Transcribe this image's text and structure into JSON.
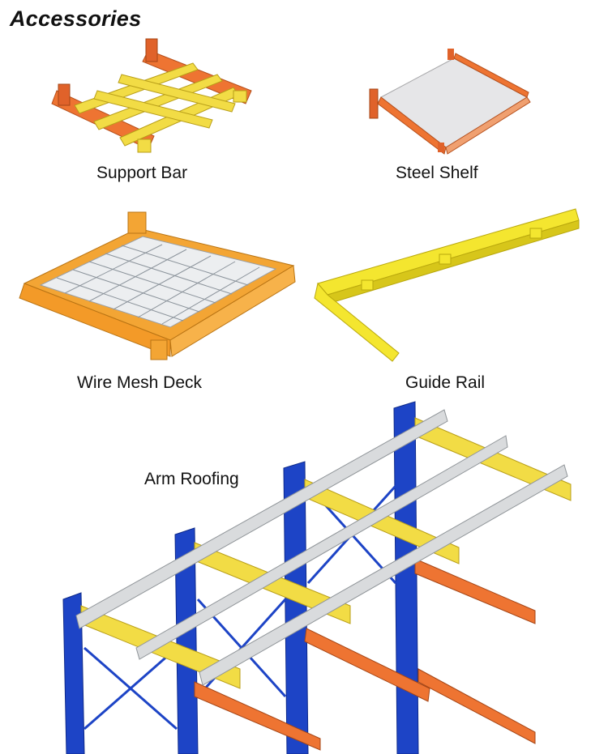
{
  "page": {
    "title": "Accessories"
  },
  "items": [
    {
      "label": "Support Bar",
      "icon": "support-bar-icon"
    },
    {
      "label": "Steel Shelf",
      "icon": "steel-shelf-icon"
    },
    {
      "label": "Wire Mesh Deck",
      "icon": "wire-mesh-deck-icon"
    },
    {
      "label": "Guide Rail",
      "icon": "guide-rail-icon"
    },
    {
      "label": "Arm Roofing",
      "icon": "arm-roofing-icon"
    }
  ],
  "colors": {
    "yellow": "#f2dc45",
    "orange": "#ee7432",
    "deep_orange": "#f3a534",
    "blue": "#1d44c6",
    "grey": "#d9dbdd"
  }
}
